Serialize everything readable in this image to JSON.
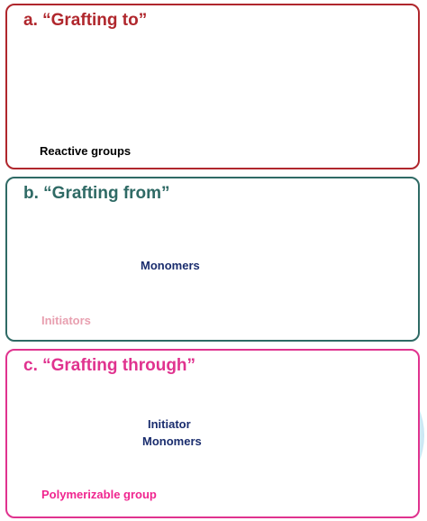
{
  "panels": {
    "a": {
      "title": "a. “Grafting to”",
      "legend": "Reactive groups"
    },
    "b": {
      "title": "b. “Grafting from”",
      "reagent": "Monomers",
      "legend": "Initiators"
    },
    "c": {
      "title": "c. “Grafting through”",
      "reagent_line1": "Initiator",
      "reagent_line2": "Monomers",
      "legend": "Polymerizable group"
    }
  },
  "symbols": {
    "plus": "+"
  },
  "colors": {
    "panel_a": "#b0272d",
    "panel_b": "#2f6a65",
    "panel_c": "#e0338f",
    "nanoparticle": "#1f3f8f",
    "reactive_group_green": "#55d43a",
    "reactive_group_red": "#c0282d",
    "polymer_chain": "#36a8a6",
    "initiator": "#e8a0b0",
    "polymerizable_group": "#f0258f",
    "network_halo": "#cde9f3",
    "arrow": "#1a2d6e"
  }
}
